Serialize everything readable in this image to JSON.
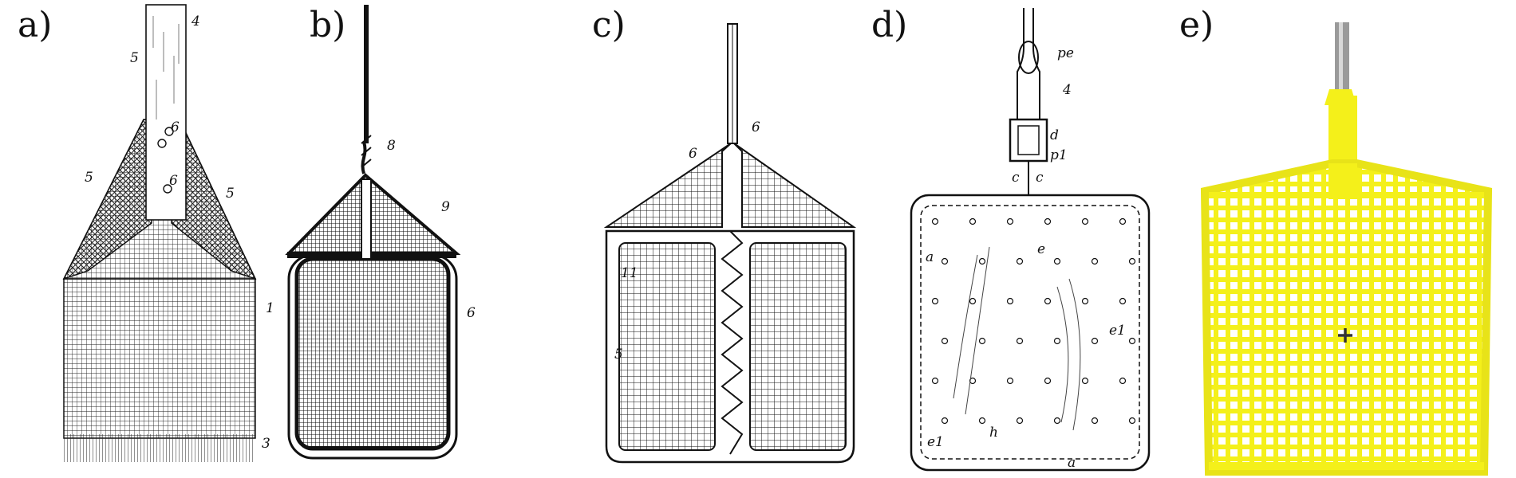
{
  "figure": {
    "panels": [
      {
        "label": "a)",
        "kind": "patent-drawing",
        "notes": [
          "4",
          "5",
          "5",
          "5",
          "6",
          "6",
          "1",
          "3"
        ]
      },
      {
        "label": "b)",
        "kind": "patent-drawing",
        "notes": [
          "8",
          "9",
          "6"
        ]
      },
      {
        "label": "c)",
        "kind": "patent-drawing",
        "notes": [
          "6",
          "6",
          "11",
          "5"
        ]
      },
      {
        "label": "d)",
        "kind": "patent-drawing",
        "notes": [
          "pe",
          "4",
          "d",
          "p1",
          "c",
          "c",
          "a",
          "e",
          "e1",
          "e1",
          "h",
          "a"
        ]
      },
      {
        "label": "e)",
        "kind": "photograph",
        "notes": []
      }
    ],
    "colors": {
      "ink": "#111111",
      "swatter_yellow": "#f4f01a",
      "handle_metal": "#9a9a9a"
    }
  }
}
